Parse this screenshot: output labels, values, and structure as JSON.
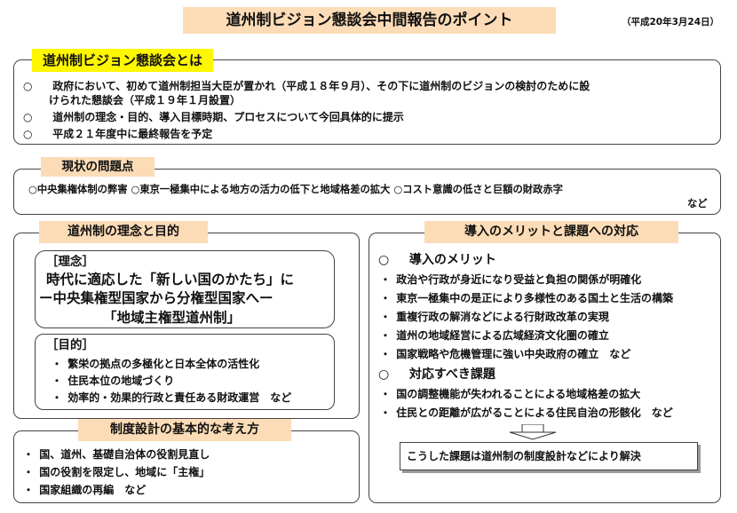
{
  "header": {
    "title": "道州制ビジョン懇談会中間報告のポイント",
    "date": "（平成20年3月24日）"
  },
  "s1": {
    "heading": "道州制ビジョン懇談会とは",
    "items": [
      "政府において、初めて道州制担当大臣が置かれ（平成１８年９月）、その下に道州制のビジョンの検討のために設",
      "けられた懇談会（平成１９年１月設置）",
      "道州制の理念・目的、導入目標時期、プロセスについて今回具体的に提示",
      "平成２１年度中に最終報告を予定"
    ],
    "bullet": "○"
  },
  "s2": {
    "heading": "現状の問題点",
    "line1": "○中央集権体制の弊害 ○東京一極集中による地方の活力の低下と地域格差の拡大 ○コスト意識の低さと巨額の財政赤字",
    "line2": "など"
  },
  "s3": {
    "heading": "道州制の理念と目的",
    "rinen_label": "［理念］",
    "rinen_lines": [
      "時代に適応した「新しい国のかたち」に",
      "ー中央集権型国家から分権型国家へー",
      "「地域主権型道州制」"
    ],
    "mokuteki_label": "［目的］",
    "mokuteki_items": [
      "繁栄の拠点の多極化と日本全体の活性化",
      "住民本位の地域づくり",
      "効率的・効果的行政と責任ある財政運営　など"
    ]
  },
  "s4": {
    "heading": "制度設計の基本的な考え方",
    "items": [
      "国、道州、基礎自治体の役割見直し",
      "国の役割を限定し、地域に「主権」",
      "国家組織の再編　など"
    ]
  },
  "s5": {
    "heading": "導入のメリットと課題への対応",
    "merit_title": "導入のメリット",
    "merit_items": [
      "政治や行政が身近になり受益と負担の関係が明確化",
      "東京一極集中の是正により多様性のある国土と生活の構築",
      "重複行政の解消などによる行財政改革の実現",
      "道州の地域経営による広域経済文化圏の確立",
      "国家戦略や危機管理に強い中央政府の確立　など"
    ],
    "issue_title": "対応すべき課題",
    "issue_items": [
      "国の調整機能が失われることによる地域格差の拡大",
      "住民との距離が広がることによる住民自治の形骸化　など"
    ],
    "solution": "こうした課題は道州制の制度設計などにより解決"
  },
  "symbols": {
    "circle": "○",
    "bullet": "・"
  }
}
